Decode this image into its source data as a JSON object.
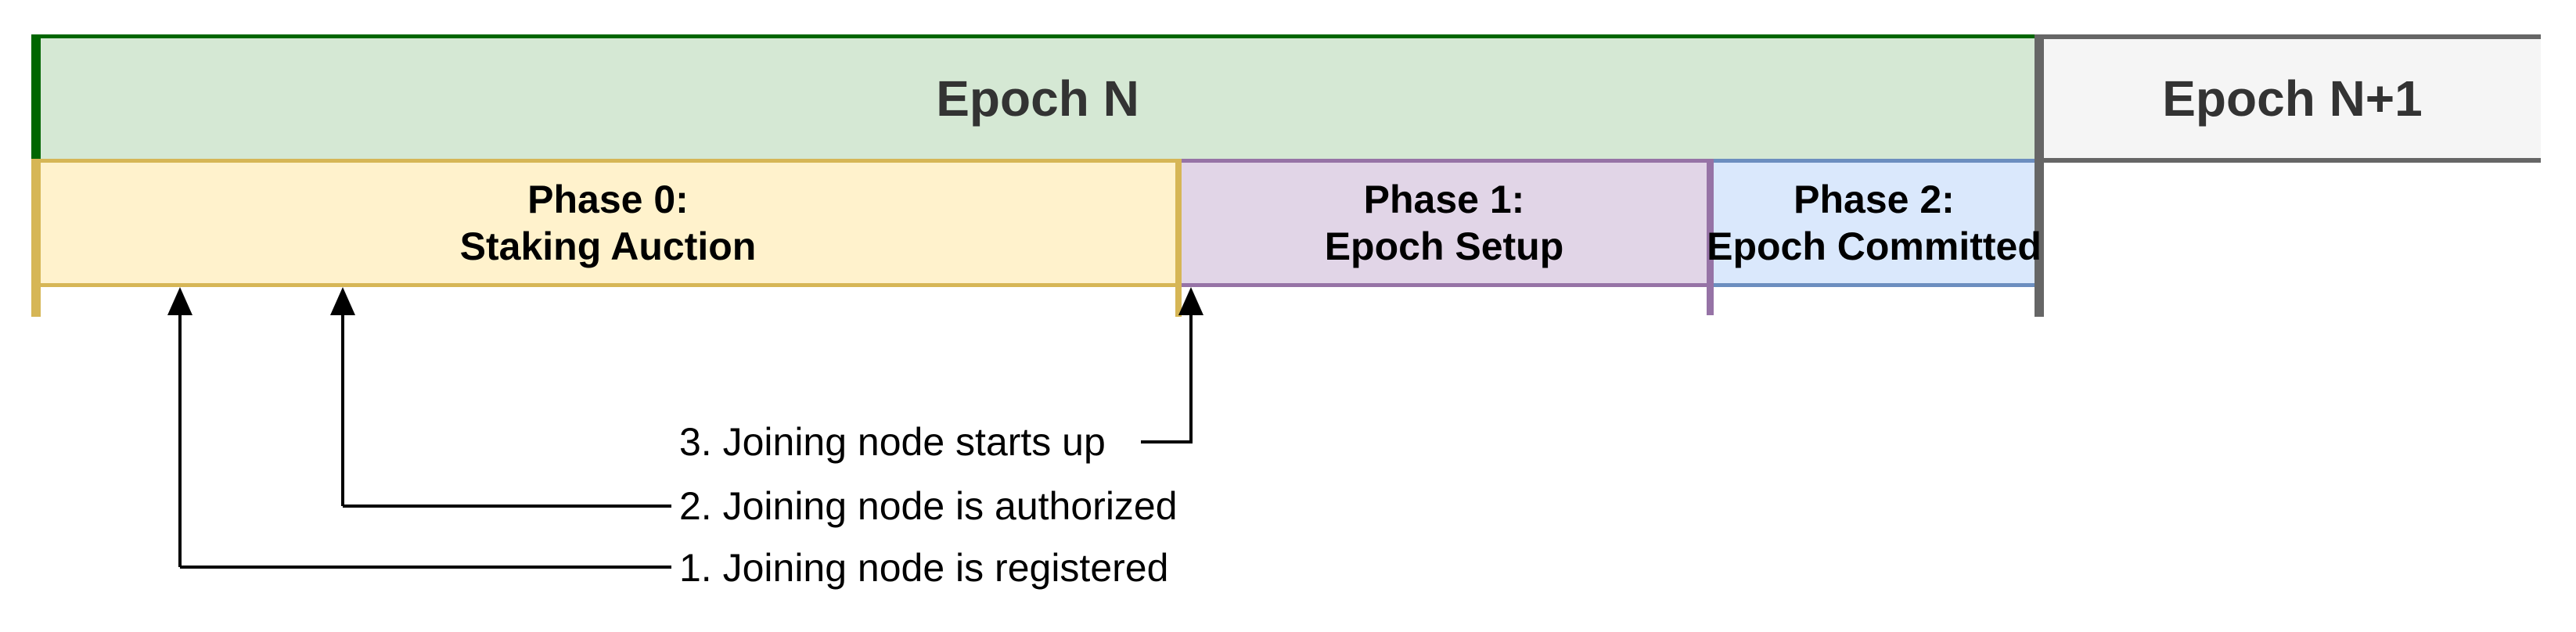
{
  "epochs": [
    {
      "label": "Epoch N",
      "fill": "#d5e8d4",
      "border": "#006600",
      "text_color": "#333333"
    },
    {
      "label": "Epoch N+1",
      "fill": "#f5f5f5",
      "border": "#666666",
      "text_color": "#333333"
    }
  ],
  "epoch_boundary": {
    "color": "#666666"
  },
  "phases": [
    {
      "title": "Phase 0:",
      "subtitle": "Staking Auction",
      "fill": "#fff2cc",
      "border": "#d6b656"
    },
    {
      "title": "Phase 1:",
      "subtitle": "Epoch Setup",
      "fill": "#e1d5e7",
      "border": "#9673a6"
    },
    {
      "title": "Phase 2:",
      "subtitle": "Epoch Committed",
      "fill": "#dae8fc",
      "border": "#6c8ebf"
    }
  ],
  "annotations": [
    {
      "label": "1. Joining node is registered"
    },
    {
      "label": "2. Joining node is authorized"
    },
    {
      "label": "3. Joining node starts up"
    }
  ],
  "arrow_color": "#000000"
}
